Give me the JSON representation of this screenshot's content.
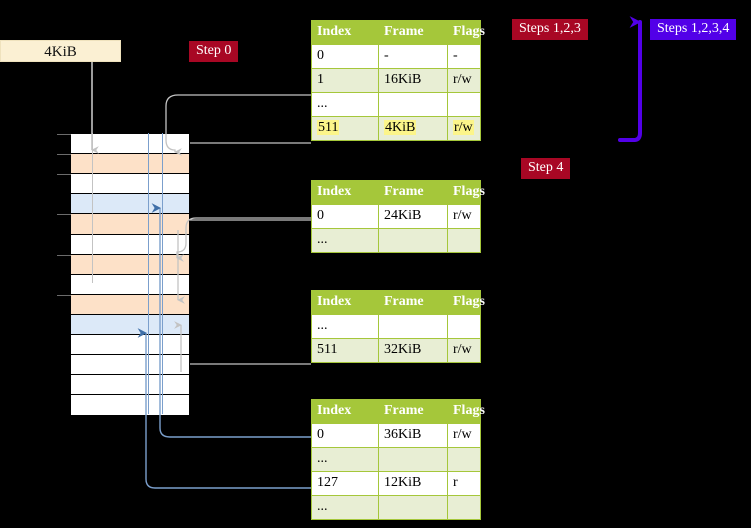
{
  "diagram": {
    "title_badges": [
      {
        "id": "step0",
        "label": "Step 0",
        "color": "#a80724",
        "style": "red"
      },
      {
        "id": "steps123",
        "label": "Steps 1,2,3",
        "color": "#a80724",
        "style": "red"
      },
      {
        "id": "steps1234",
        "label": "Steps 1,2,3,4",
        "color": "#5200e8",
        "style": "blue"
      },
      {
        "id": "step4",
        "label": "Step 4",
        "color": "#a80724",
        "style": "red"
      }
    ],
    "memory_label": {
      "text": "4KiB",
      "fill": "#fbf0d3"
    },
    "memory_rows": [
      {
        "index": 0,
        "fill": "white",
        "tick": true
      },
      {
        "index": 1,
        "fill": "orange",
        "tick": true
      },
      {
        "index": 2,
        "fill": "white",
        "tick": true
      },
      {
        "index": 3,
        "fill": "bluerow",
        "tick": false
      },
      {
        "index": 4,
        "fill": "orange",
        "tick": true
      },
      {
        "index": 5,
        "fill": "white",
        "tick": false
      },
      {
        "index": 6,
        "fill": "orange",
        "tick": true
      },
      {
        "index": 7,
        "fill": "white",
        "tick": false
      },
      {
        "index": 8,
        "fill": "orange",
        "tick": true
      },
      {
        "index": 9,
        "fill": "bluerow",
        "tick": false
      },
      {
        "index": 10,
        "fill": "white",
        "tick": false
      },
      {
        "index": 11,
        "fill": "white",
        "tick": false
      },
      {
        "index": 12,
        "fill": "white",
        "tick": false
      },
      {
        "index": 13,
        "fill": "white",
        "tick": false
      }
    ],
    "colors": {
      "table_header": "#a5c73a",
      "table_row_alt": "#e8eed4",
      "highlight": "#fcf58a",
      "memory_orange": "#fde1c8",
      "memory_blue": "#dce9f8",
      "wire_gray": "#b8b8b8",
      "wire_blue": "#7b9fcc",
      "accent_red": "#a80724",
      "accent_purple": "#5200e8"
    },
    "columns": [
      "Index",
      "Frame",
      "Flags"
    ],
    "tables": [
      {
        "id": "pml4",
        "rows": [
          {
            "cells": [
              "0",
              "-",
              "-"
            ],
            "shade": "odd",
            "highlight": false
          },
          {
            "cells": [
              "1",
              "16KiB",
              "r/w"
            ],
            "shade": "even",
            "highlight": false
          },
          {
            "cells": [
              "...",
              "",
              ""
            ],
            "shade": "odd",
            "highlight": false
          },
          {
            "cells": [
              "511",
              "4KiB",
              "r/w"
            ],
            "shade": "even",
            "highlight": true
          }
        ]
      },
      {
        "id": "pdpt",
        "rows": [
          {
            "cells": [
              "0",
              "24KiB",
              "r/w"
            ],
            "shade": "odd",
            "highlight": false
          },
          {
            "cells": [
              "...",
              "",
              ""
            ],
            "shade": "even",
            "highlight": false
          }
        ]
      },
      {
        "id": "pd",
        "rows": [
          {
            "cells": [
              "...",
              "",
              ""
            ],
            "shade": "odd",
            "highlight": false
          },
          {
            "cells": [
              "511",
              "32KiB",
              "r/w"
            ],
            "shade": "even",
            "highlight": false
          }
        ]
      },
      {
        "id": "pt",
        "rows": [
          {
            "cells": [
              "0",
              "36KiB",
              "r/w"
            ],
            "shade": "odd",
            "highlight": false
          },
          {
            "cells": [
              "...",
              "",
              ""
            ],
            "shade": "even",
            "highlight": false
          },
          {
            "cells": [
              "127",
              "12KiB",
              "r"
            ],
            "shade": "odd",
            "highlight": false
          },
          {
            "cells": [
              "...",
              "",
              ""
            ],
            "shade": "even",
            "highlight": false
          }
        ]
      }
    ]
  }
}
